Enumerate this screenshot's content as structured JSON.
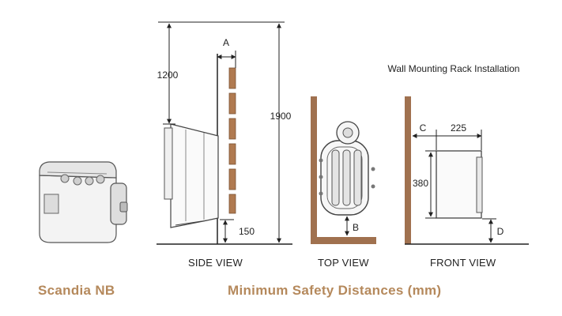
{
  "product_name": "Scandia NB",
  "main_title": "Minimum Safety Distances (mm)",
  "mounting_label": "Wall Mounting Rack Installation",
  "views": {
    "side": "SIDE VIEW",
    "top": "TOP VIEW",
    "front": "FRONT VIEW"
  },
  "dimensions": {
    "a": "A",
    "b": "B",
    "c": "C",
    "d": "D",
    "h1200": "1200",
    "h1900": "1900",
    "h150": "150",
    "w225": "225",
    "h380": "380"
  },
  "colors": {
    "accent_title": "#b5895c",
    "wall_brown": "#a0714f",
    "wood_strip": "#b07a50",
    "line": "#222222"
  }
}
